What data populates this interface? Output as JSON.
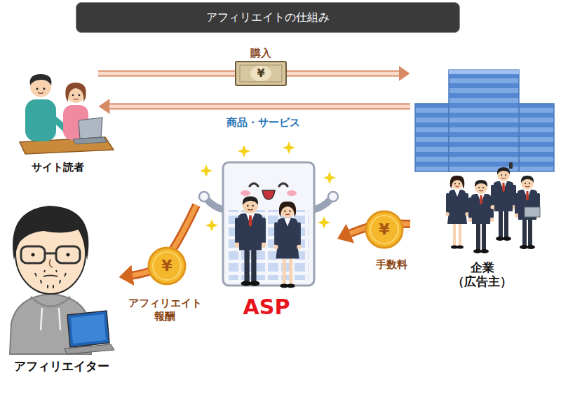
{
  "diagram": {
    "title": "アフィリエイトの仕組み",
    "nodes": [
      {
        "text": [
          "サイト読者"
        ]
      },
      {
        "text": [
          "企業 （広告主）"
        ]
      },
      {
        "text": [
          "ASP"
        ]
      },
      {
        "text": [
          "アフィリエイター"
        ]
      }
    ],
    "edges": [
      {
        "from": 0,
        "to": 1,
        "arrow": "to",
        "label": "購入"
      },
      {
        "from": 1,
        "to": 0,
        "arrow": "to",
        "label": "商品・サービス"
      },
      {
        "from": 1,
        "to": 2,
        "arrow": "to",
        "label": "手数料"
      },
      {
        "from": 2,
        "to": 3,
        "arrow": "to",
        "label": "アフィリエイト 報酬"
      }
    ],
    "labels": [
      "¥",
      "¥",
      "¥"
    ]
  }
}
